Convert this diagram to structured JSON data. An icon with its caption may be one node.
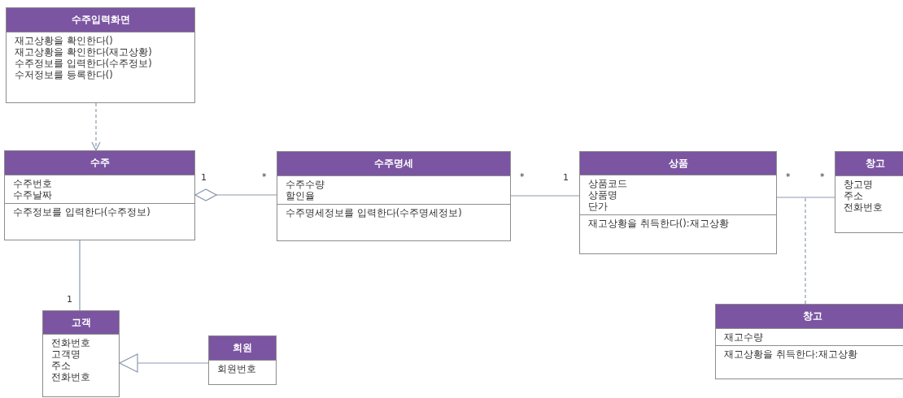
{
  "diagram": {
    "nodes": [
      {
        "text": [
          "수주입력화면",
          "재고상황을 확인한다()",
          "재고상황을 확인한다(재고상황)",
          "수주정보를 입력한다(수주정보)",
          "수저정보를 등록한다()"
        ]
      },
      {
        "text": [
          "수주",
          "수주번호",
          "수주날짜",
          "수주정보를 입력한다(수주정보)"
        ]
      },
      {
        "text": [
          "수주명세",
          "수주수량",
          "할인율",
          "수주명세정보를 입력한다(수주명세정보)"
        ]
      },
      {
        "text": [
          "상품",
          "상품코드",
          "상품명",
          "단가",
          "재고상황을 취득한다():재고상황"
        ]
      },
      {
        "text": [
          "창고",
          "창고명",
          "주소",
          "전화번호"
        ]
      },
      {
        "text": [
          "고객",
          "전화번호",
          "고객명",
          "주소",
          "전화번호"
        ]
      },
      {
        "text": [
          "회원",
          "회원번호"
        ]
      },
      {
        "text": [
          "창고",
          "재고수량",
          "재고상황을 취득한다:재고상황"
        ]
      }
    ],
    "edges": [
      {
        "from": 0,
        "to": 1,
        "arrow": "to",
        "style": "dashed"
      },
      {
        "from": 1,
        "to": 2,
        "arrow": "other"
      },
      {
        "from": 2,
        "to": 3,
        "arrow": "none"
      },
      {
        "from": 3,
        "to": 4,
        "arrow": "none"
      },
      {
        "from": 1,
        "to": 5,
        "arrow": "none"
      },
      {
        "from": 6,
        "to": 5,
        "arrow": "to"
      },
      {
        "from": 7,
        "to": null,
        "arrow": "none",
        "style": "dashed"
      }
    ],
    "labels": [
      "1",
      "*",
      "*",
      "1",
      "*",
      "*",
      "1"
    ]
  }
}
